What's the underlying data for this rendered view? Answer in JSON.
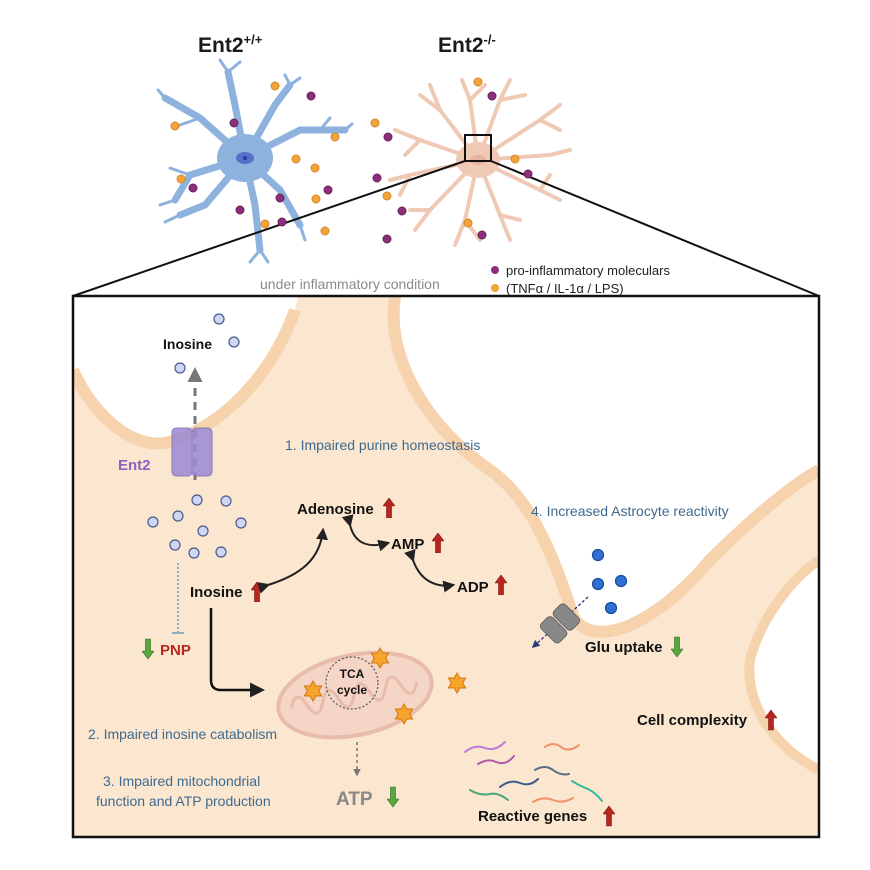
{
  "top": {
    "wt_label": "Ent2",
    "wt_sup": "+/+",
    "ko_label": "Ent2",
    "ko_sup": "-/-",
    "condition": "under inflammatory condition",
    "legend": [
      {
        "text": "pro-inflammatory moleculars",
        "color": "#8b2f7a"
      },
      {
        "text": "(TNFα / IL-1α / LPS)",
        "color": "#f2a33a"
      }
    ]
  },
  "detail": {
    "inosine_out": "Inosine",
    "ent2": "Ent2",
    "step1": "1.  Impaired purine homeostasis",
    "adenosine": "Adenosine",
    "amp": "AMP",
    "adp": "ADP",
    "inosine_in": "Inosine",
    "pnp": "PNP",
    "tca_line1": "TCA",
    "tca_line2": "cycle",
    "step2": "2. Impaired inosine catabolism",
    "step3_line1": "3. Impaired mitochondrial",
    "step3_line2": "function and ATP production",
    "atp": "ATP",
    "step4": "4. Increased Astrocyte reactivity",
    "glu": "Glu uptake",
    "cell_complexity": "Cell complexity",
    "reactive_genes": "Reactive genes"
  },
  "colors": {
    "up_arrow": "#b8271f",
    "down_arrow": "#4e9a3a",
    "step_text": "#3f6a8f",
    "ent2_text": "#8a63c0",
    "pnp_text": "#b8271f",
    "cytoplasm": "#fbe6cf",
    "wt_astrocyte": "#9bbde3",
    "ko_astrocyte": "#f1cdb8"
  }
}
